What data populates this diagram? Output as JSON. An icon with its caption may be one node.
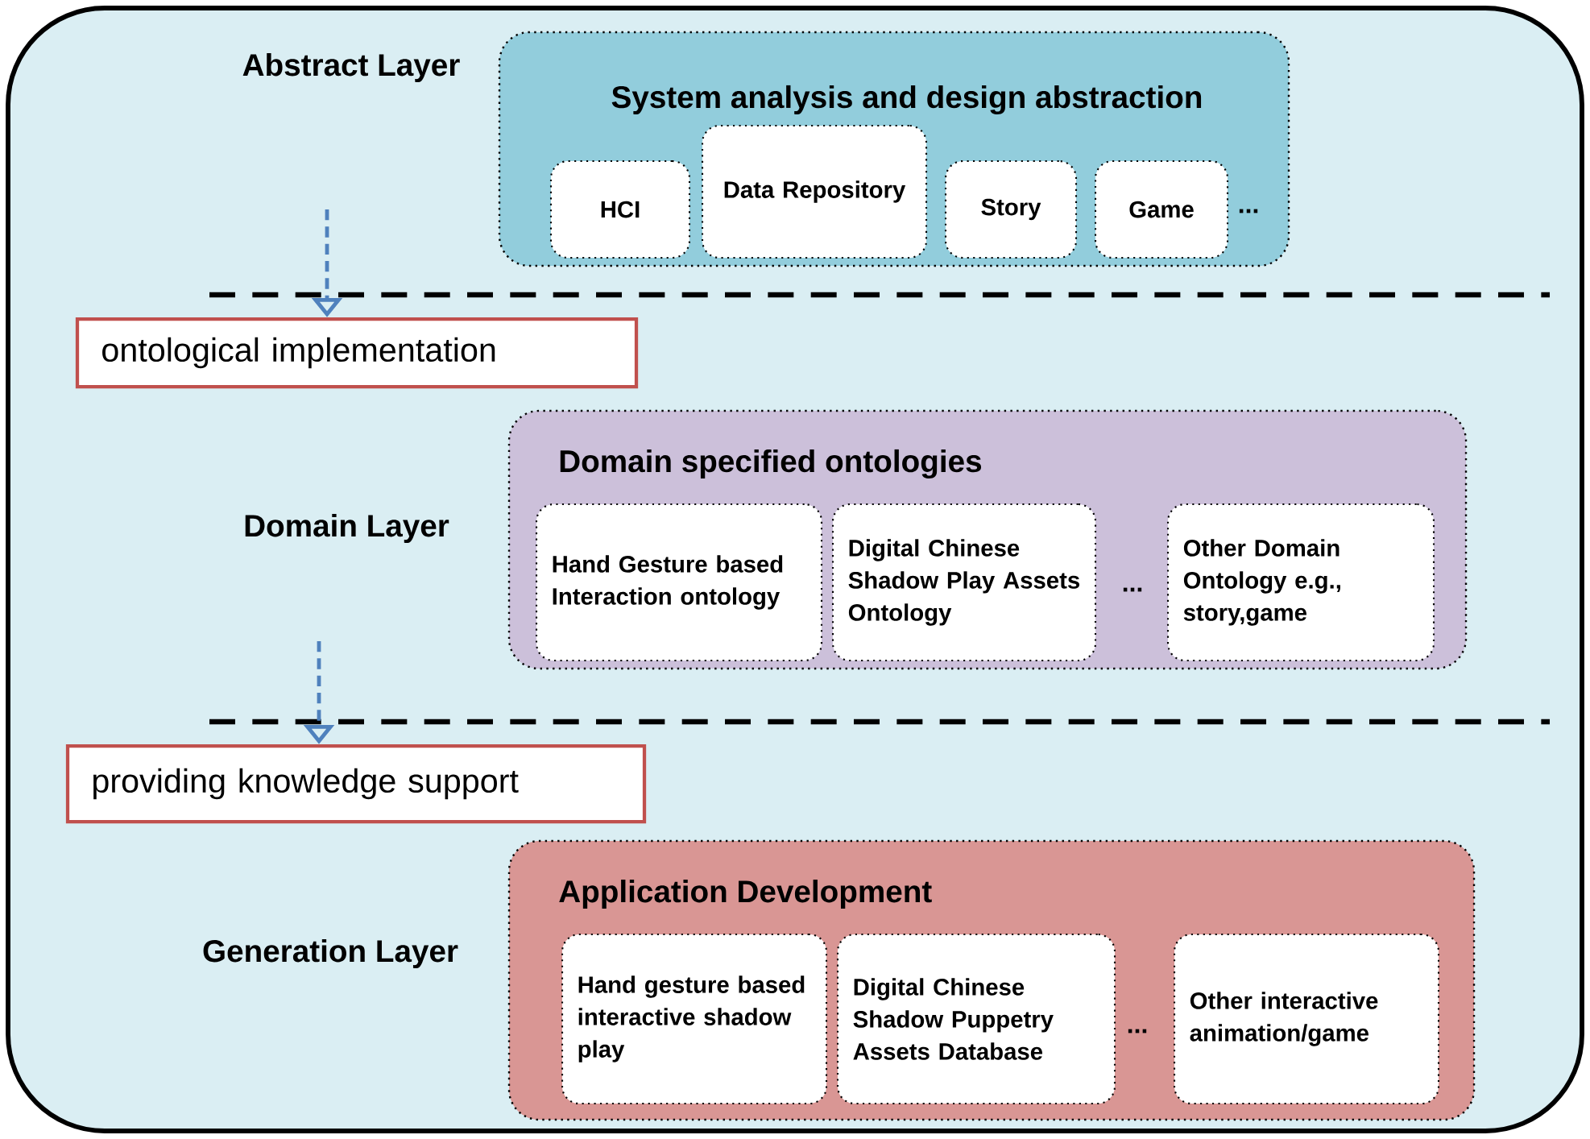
{
  "diagram": {
    "nodes": [
      {
        "text": [
          "System analysis and design abstraction"
        ],
        "beside": [
          "Abstract Layer"
        ]
      },
      {
        "text": [
          "HCI"
        ],
        "in": 0
      },
      {
        "text": [
          "Data Repository"
        ],
        "in": 0
      },
      {
        "text": [
          "Story"
        ],
        "in": 0
      },
      {
        "text": [
          "Game"
        ],
        "in": 0
      },
      {
        "text": [
          "ontological implementation"
        ]
      },
      {
        "text": [
          "Domain specified ontologies"
        ],
        "beside": [
          "Domain Layer"
        ]
      },
      {
        "text": [
          "Hand Gesture based Interaction ontology"
        ],
        "in": 6
      },
      {
        "text": [
          "Digital Chinese Shadow Play Assets Ontology"
        ],
        "in": 6
      },
      {
        "text": [
          "Other Domain Ontology e.g., story,game"
        ],
        "in": 6
      },
      {
        "text": [
          "providing knowledge support"
        ]
      },
      {
        "text": [
          "Application Development"
        ],
        "beside": [
          "Generation Layer"
        ]
      },
      {
        "text": [
          "Hand gesture based interactive shadow play"
        ],
        "in": 11
      },
      {
        "text": [
          "Digital Chinese Shadow Puppetry Assets Database"
        ],
        "in": 11
      },
      {
        "text": [
          "Other interactive animation/game"
        ],
        "in": 11
      }
    ],
    "edges": [
      {
        "from": null,
        "to": 5,
        "arrow": "to",
        "style": "dashed"
      },
      {
        "from": null,
        "to": 10,
        "arrow": "to",
        "style": "dashed"
      }
    ],
    "labels": [
      "...",
      "...",
      "..."
    ]
  }
}
